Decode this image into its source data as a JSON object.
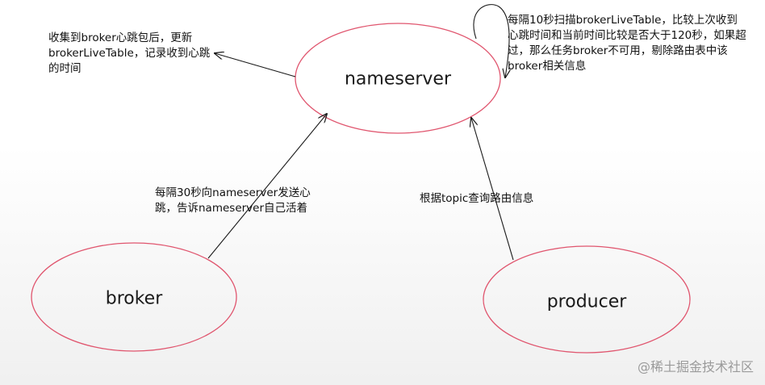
{
  "colors": {
    "ellipse_stroke": "#e0556e",
    "arrow": "#1a1a1a",
    "text": "#111111",
    "watermark": "#9a9a9a"
  },
  "nodes": {
    "nameserver": "nameserver",
    "broker": "broker",
    "producer": "producer"
  },
  "notes": {
    "registration": "收集到broker心跳包后，更新brokerLiveTable，记录收到心跳的时间",
    "self_check": "每隔10秒扫描brokerLiveTable，比较上次收到心跳时间和当前时间比较是否大于120秒，如果超过，那么任务broker不可用，剔除路由表中该broker相关信息",
    "heartbeat": "每隔30秒向nameserver发送心跳，告诉nameserver自己活着",
    "query": "根据topic查询路由信息"
  },
  "watermark": "@稀土掘金技术社区"
}
